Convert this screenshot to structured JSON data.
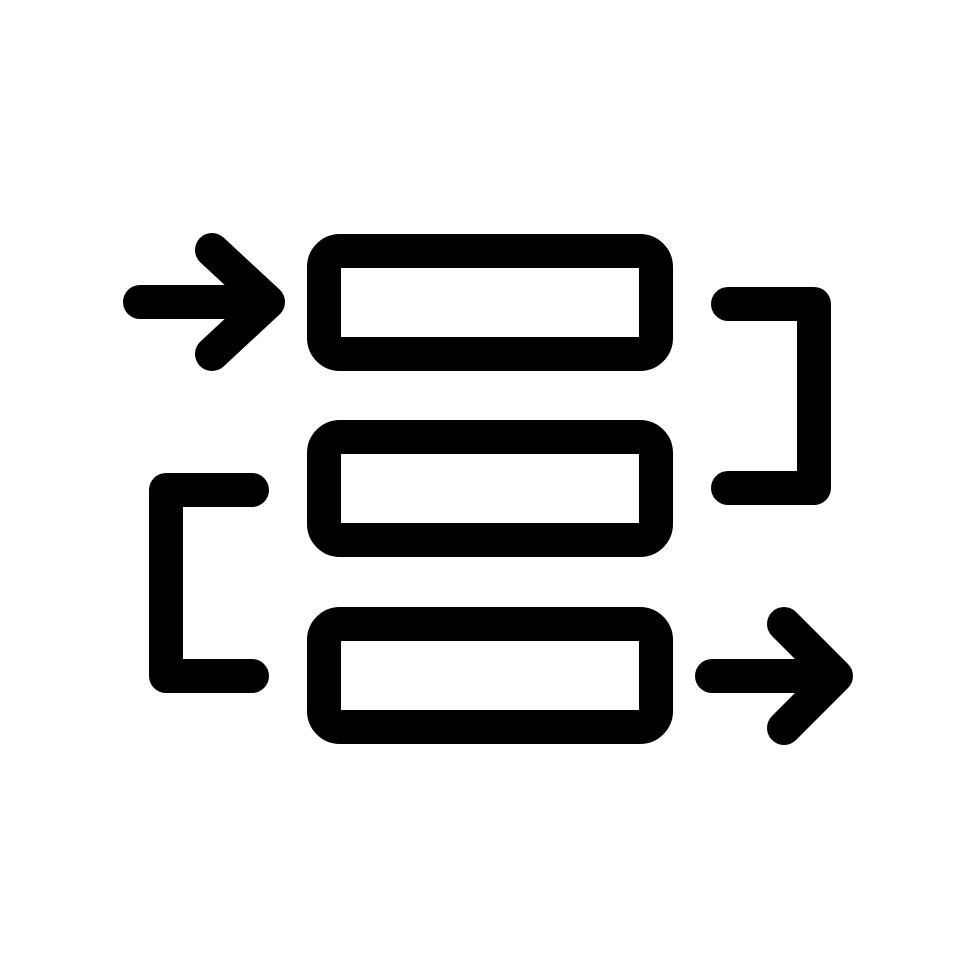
{
  "icon": {
    "name": "workflow-process-icon",
    "stroke_color": "#000000",
    "background_color": "#ffffff",
    "boxes": 3,
    "arrows": [
      "input-arrow",
      "output-arrow"
    ],
    "connectors": [
      "right-bracket",
      "left-bracket"
    ]
  }
}
